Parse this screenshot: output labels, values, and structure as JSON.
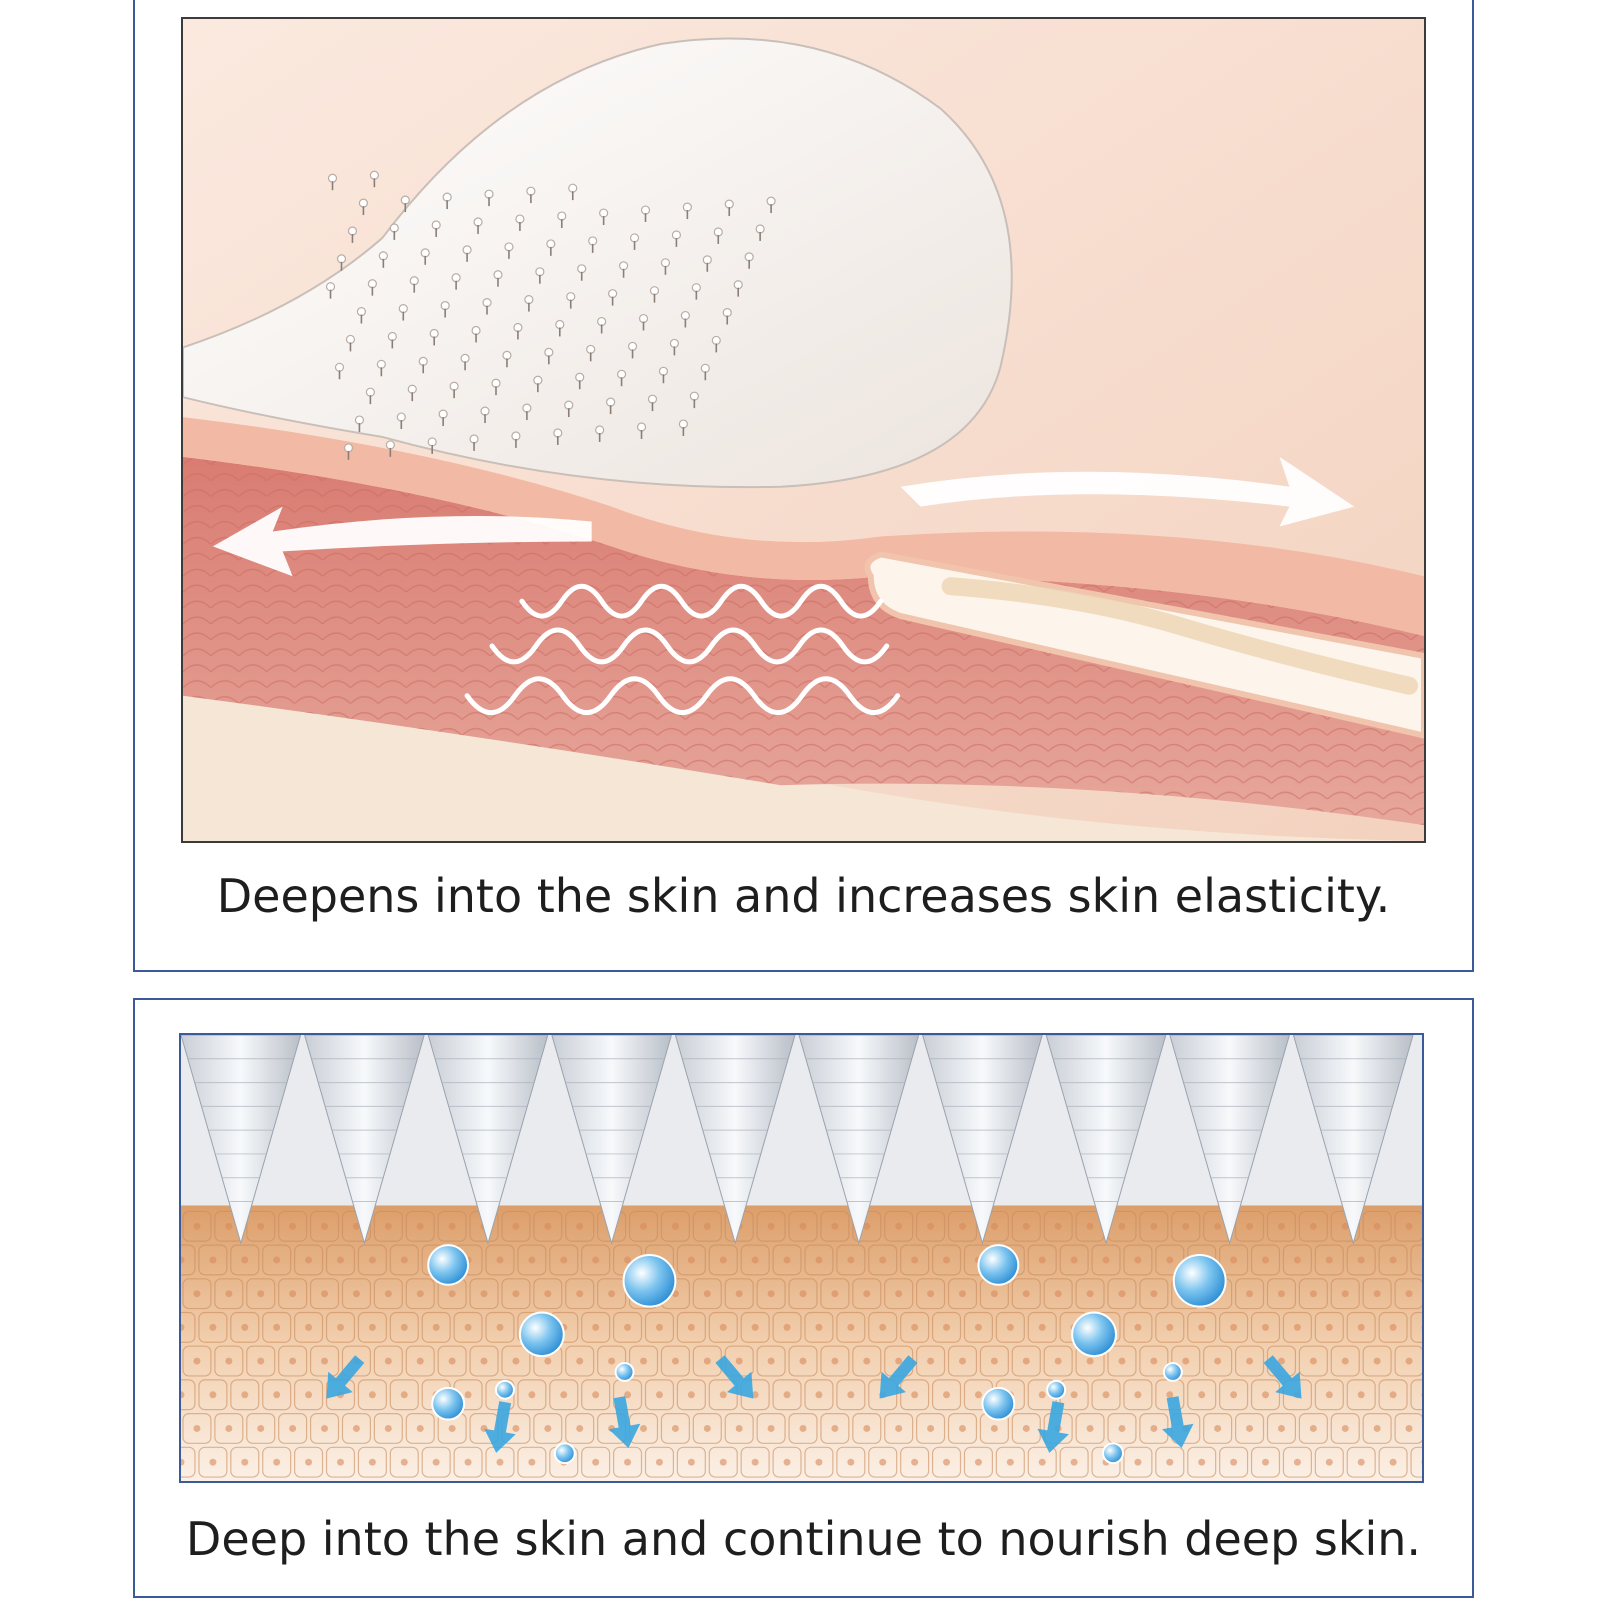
{
  "panels": [
    {
      "caption": "Deepens into the skin and increases skin elasticity.",
      "illustration": "microneedle-patch-on-skin-cross-section"
    },
    {
      "caption": "Deep into the skin and continue to nourish deep skin.",
      "illustration": "microneedles-delivering-serum-into-skin-cells"
    }
  ],
  "colors": {
    "panel_border": "#3a5a9a",
    "skin_light": "#f7dccb",
    "skin_pink": "#e59c90",
    "serum_blue": "#3aa6e0"
  }
}
